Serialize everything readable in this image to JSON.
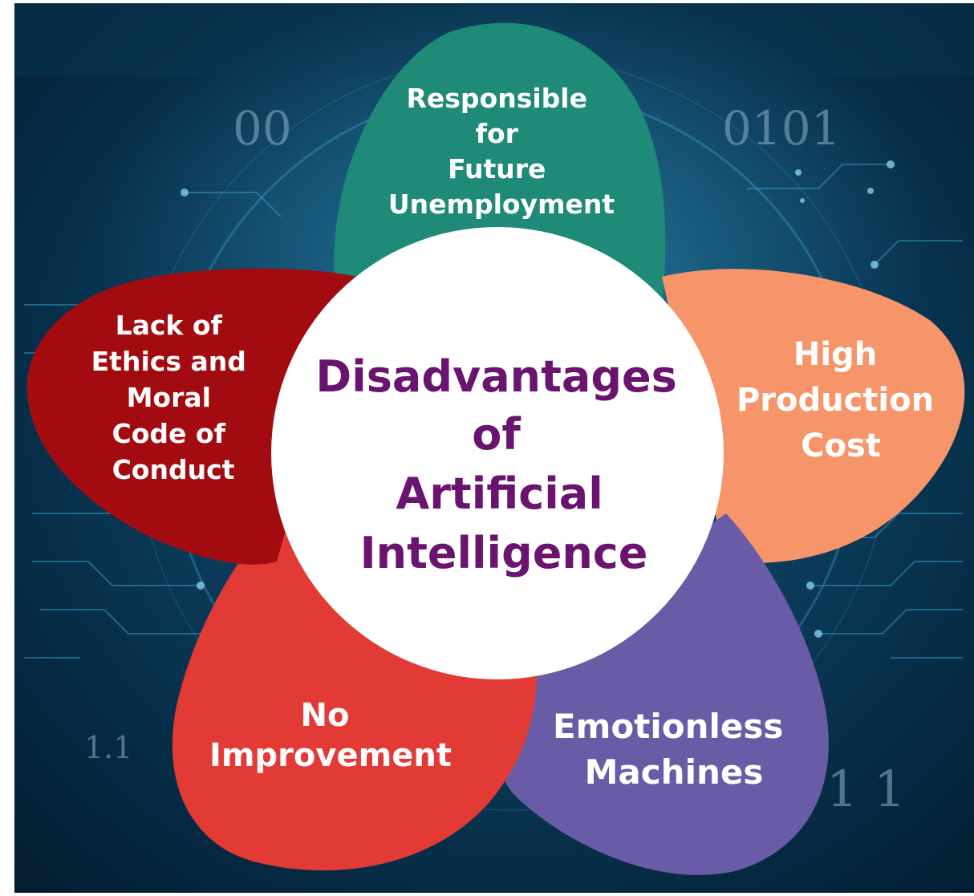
{
  "center": {
    "lines": [
      "Disadvantages",
      "of",
      "Artificial",
      "Intelligence"
    ],
    "text_color": "#6a1470",
    "fill": "#ffffff"
  },
  "petals": [
    {
      "id": "unemployment",
      "color": "#1e8a77",
      "lines": [
        "Responsible",
        "for",
        "Future",
        "Unemployment"
      ]
    },
    {
      "id": "production-cost",
      "color": "#f7956a",
      "lines": [
        "High",
        "Production",
        "Cost"
      ]
    },
    {
      "id": "emotionless",
      "color": "#6a5ba6",
      "lines": [
        "Emotionless",
        "Machines"
      ]
    },
    {
      "id": "no-improvement",
      "color": "#e23b36",
      "lines": [
        "No",
        "Improvement"
      ]
    },
    {
      "id": "ethics",
      "color": "#a20c10",
      "lines": [
        "Lack of",
        "Ethics and",
        "Moral",
        "Code of",
        "Conduct"
      ]
    }
  ],
  "background": {
    "deco_numbers": [
      "00",
      "0101",
      "1.1",
      "1 1"
    ],
    "colors": {
      "base": "#04243a",
      "glow": "#2a86b0",
      "circuit": "#3fa9d6"
    }
  }
}
